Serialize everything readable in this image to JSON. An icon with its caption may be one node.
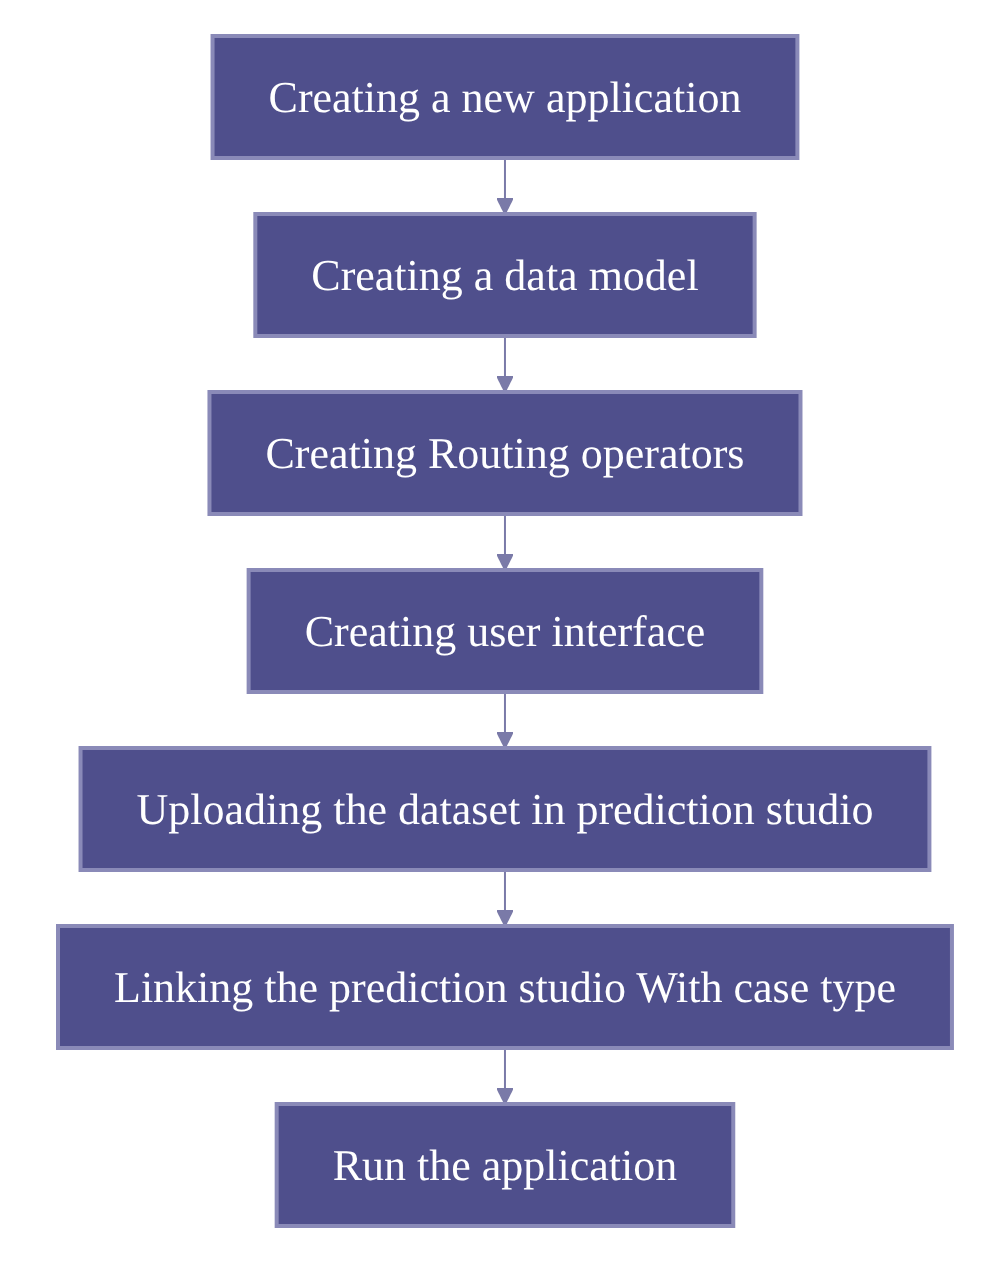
{
  "diagram": {
    "nodes": [
      {
        "text": [
          "Creating a new application"
        ]
      },
      {
        "text": [
          "Creating a data model"
        ]
      },
      {
        "text": [
          "Creating Routing operators"
        ]
      },
      {
        "text": [
          "Creating user interface"
        ]
      },
      {
        "text": [
          "Uploading the dataset in prediction studio"
        ]
      },
      {
        "text": [
          "Linking the prediction studio With case type"
        ]
      },
      {
        "text": [
          "Run the application"
        ]
      }
    ],
    "edges": [
      {
        "from": 0,
        "to": 1,
        "arrow": "to"
      },
      {
        "from": 1,
        "to": 2,
        "arrow": "to"
      },
      {
        "from": 2,
        "to": 3,
        "arrow": "to"
      },
      {
        "from": 3,
        "to": 4,
        "arrow": "to"
      },
      {
        "from": 4,
        "to": 5,
        "arrow": "to"
      },
      {
        "from": 5,
        "to": 6,
        "arrow": "to"
      }
    ]
  }
}
